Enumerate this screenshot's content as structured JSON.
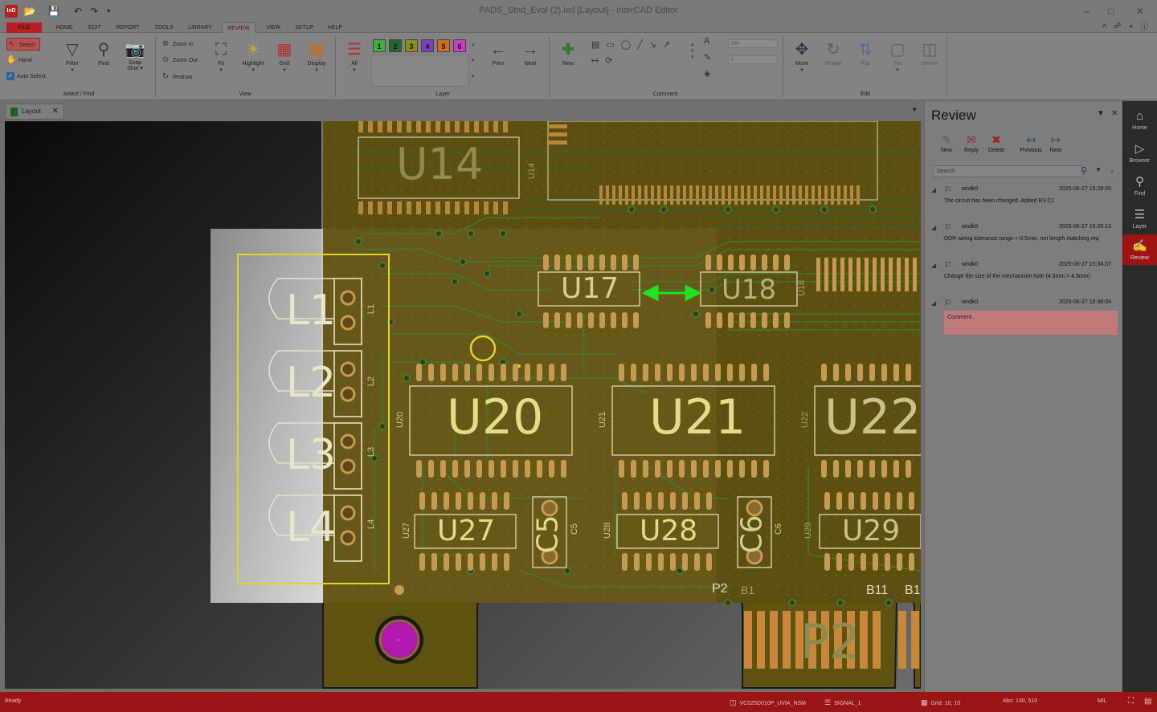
{
  "app": {
    "title": "PADS_Stnd_Eval (2).ixd [Layout] - interCAD Editor",
    "logo_text": "IxD",
    "brand_color": "#b52020"
  },
  "menu": {
    "tabs": [
      "FILE",
      "HOME",
      "EDIT",
      "REPORT",
      "TOOLS",
      "LIBRARY",
      "REVIEW",
      "VIEW",
      "SETUP",
      "HELP"
    ],
    "active": "REVIEW"
  },
  "ribbon": {
    "select_find": {
      "label": "Select / Find",
      "select": "Select",
      "hand": "Hand",
      "auto_select": "Auto Select",
      "filter": "Filter",
      "find": "Find",
      "snapshot_line1": "Snap",
      "snapshot_line2": "Shot"
    },
    "view": {
      "label": "View",
      "zoom_in": "Zoom In",
      "zoom_out": "Zoom Out",
      "redraw": "Redraw",
      "fit": "Fit",
      "highlight": "Highlight",
      "grid": "Grid",
      "display": "Display"
    },
    "layer": {
      "label": "Layer",
      "all": "All",
      "layers": [
        {
          "num": "1",
          "color": "#3fae3f"
        },
        {
          "num": "2",
          "color": "#1f6b2e"
        },
        {
          "num": "3",
          "color": "#8b8b1e"
        },
        {
          "num": "4",
          "color": "#7f3fbf"
        },
        {
          "num": "5",
          "color": "#d86a1e"
        },
        {
          "num": "6",
          "color": "#c83cc8"
        }
      ],
      "prev": "Prev",
      "next": "Next"
    },
    "comment": {
      "label": "Comment",
      "new": "New",
      "field1": "180",
      "field2": "0"
    },
    "edit": {
      "label": "Edit",
      "move": "Move",
      "rotate": "Rotate",
      "flip": "Flip",
      "fix": "Fix",
      "delete": "Delete"
    }
  },
  "document": {
    "tab": "Layout"
  },
  "board": {
    "components": [
      "U14",
      "U17",
      "U18",
      "U20",
      "U21",
      "U22",
      "U27",
      "U28",
      "U29",
      "L1",
      "L2",
      "L3",
      "L4",
      "C5",
      "C6",
      "P2"
    ],
    "small_labels": [
      "U14",
      "U18",
      "U20",
      "U21",
      "U22",
      "U27",
      "C5",
      "U28",
      "C6",
      "U29",
      "L1",
      "L2",
      "L3",
      "L4"
    ],
    "edge_labels": [
      "P2",
      "B1",
      "B11",
      "B1"
    ]
  },
  "review": {
    "title": "Review",
    "toolbar": [
      "New",
      "Reply",
      "Delete",
      "Previous",
      "Next"
    ],
    "search_placeholder": "Search",
    "comments": [
      {
        "user": "wndk0",
        "time": "2025-06-27 15:28:05",
        "text": "The circuit has been changed. Added R3 C1"
      },
      {
        "user": "wndk0",
        "time": "2025-06-27 15:28:13",
        "text": "DDR wiring tolerance range +-0.5mm, net length matching req"
      },
      {
        "user": "wndk0",
        "time": "2025-06-27 15:34:37",
        "text": "Change the size of the mechanisim hole (4.0mm > 4.5mm)"
      },
      {
        "user": "wndk0",
        "time": "2025-06-27 15:38:04",
        "text": "Comment.."
      }
    ]
  },
  "sidebar": {
    "items": [
      "Home",
      "Browser",
      "Find",
      "Layer",
      "Review"
    ],
    "active": "Review"
  },
  "status": {
    "ready": "Ready",
    "net": "VC025D010P_UVIA_NSM",
    "layer": "SIGNAL_1",
    "grid": "Grid: 10, 10",
    "abs": "Abs: 130, 510",
    "units": "MIL"
  }
}
